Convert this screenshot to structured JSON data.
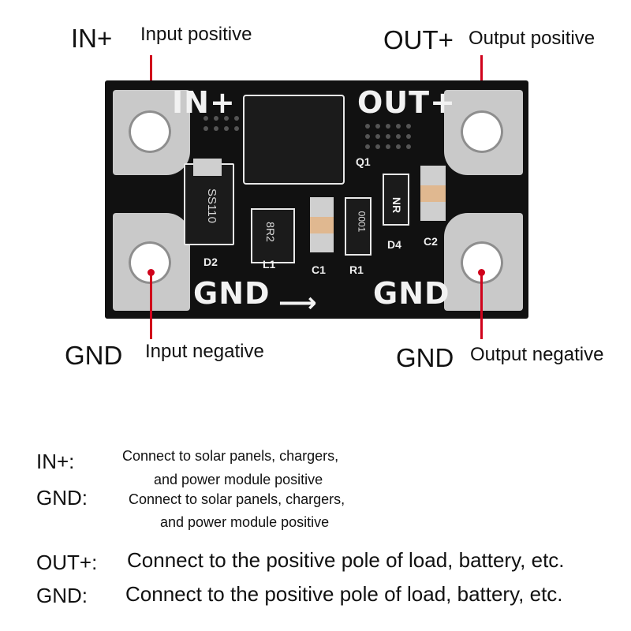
{
  "callouts": {
    "in_pos": {
      "label": "IN+",
      "desc": "Input positive"
    },
    "out_pos": {
      "label": "OUT+",
      "desc": "Output positive"
    },
    "in_gnd": {
      "label": "GND",
      "desc": "Input negative"
    },
    "out_gnd": {
      "label": "GND",
      "desc": "Output negative"
    }
  },
  "board": {
    "silk_in": "IN+",
    "silk_out": "OUT+",
    "silk_gnd_left": "GND",
    "silk_gnd_right": "GND",
    "diode_marking": "SS110",
    "inductor_marking": "8R2",
    "resistor_marking": "0001",
    "refs": {
      "q1": "Q1",
      "d2": "D2",
      "d4": "D4",
      "l1": "L1",
      "c1": "C1",
      "r1": "R1",
      "c2": "C2",
      "nr": "NR"
    }
  },
  "descriptions": {
    "in_label": "IN+:",
    "in_text_1": "Connect to solar panels, chargers,",
    "in_text_2": "and power module positive",
    "gnd_label": "GND:",
    "gnd_text_1": "Connect to solar panels, chargers,",
    "gnd_text_2": "and power module positive",
    "out_label": "OUT+:",
    "out_text": "Connect to the positive pole of load, battery, etc.",
    "out_gnd_label": "GND:",
    "out_gnd_text": "Connect to the positive pole of load, battery, etc."
  },
  "colors": {
    "leader": "#d0021b",
    "pcb": "#111111",
    "pad": "#c9c9c9"
  }
}
